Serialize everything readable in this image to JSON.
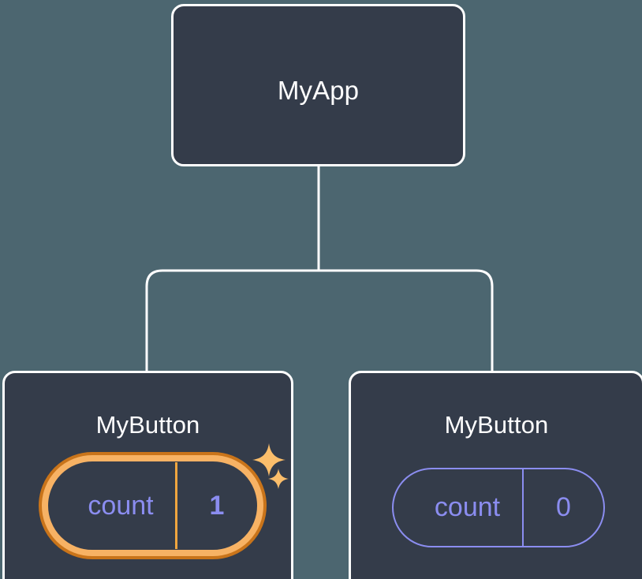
{
  "diagram": {
    "type": "component-tree",
    "title_hidden": true,
    "background_color": "#4C6670",
    "node_fill": "#343C4A",
    "node_border": "#FFFFFF",
    "connector_color": "#FFFFFF",
    "highlight_outer_ring": "#C9741A",
    "highlight_inner_ring": "#F7B264",
    "state_text_color": "#8B8DF0",
    "sparkle_color": "#FBBE6B"
  },
  "root": {
    "label": "MyApp"
  },
  "children": [
    {
      "label": "MyButton",
      "highlighted": true,
      "state": {
        "key": "count",
        "value": "1"
      },
      "sparkles": [
        "sparkle-large",
        "sparkle-small"
      ]
    },
    {
      "label": "MyButton",
      "highlighted": false,
      "state": {
        "key": "count",
        "value": "0"
      }
    }
  ]
}
